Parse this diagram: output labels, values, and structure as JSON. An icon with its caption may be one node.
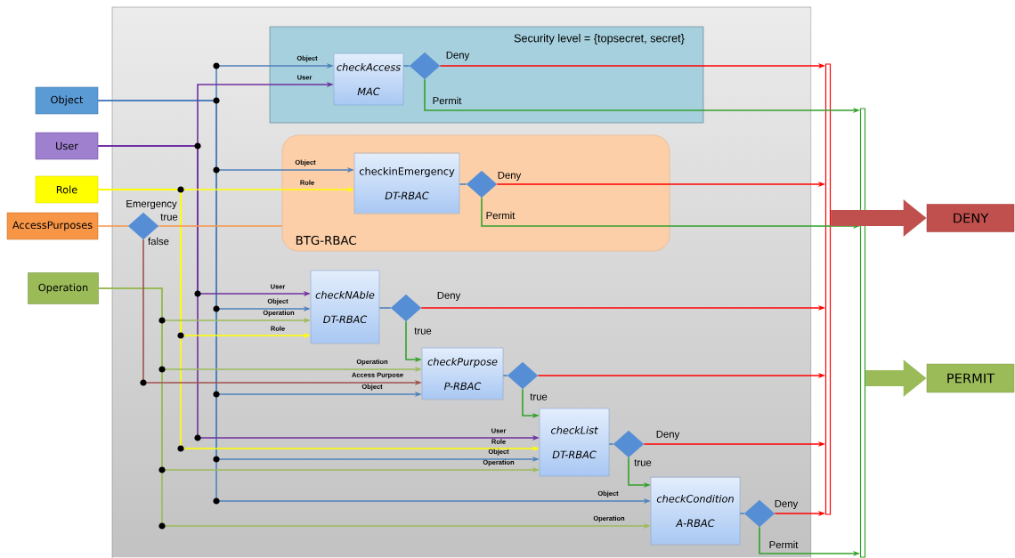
{
  "diagram": {
    "nodes": [
      {
        "text": [
          "Object"
        ]
      },
      {
        "text": [
          "User"
        ]
      },
      {
        "text": [
          "Role"
        ]
      },
      {
        "text": [
          "AccessPurposes"
        ]
      },
      {
        "text": [
          "Operation"
        ]
      },
      {
        "text": [
          "Security level = {topsecret, secret}"
        ]
      },
      {
        "text": [
          "checkAccess",
          "MAC"
        ],
        "in": 5
      },
      {
        "text": [],
        "shape": "diamond",
        "in": 5
      },
      {
        "text": [
          "BTG-RBAC"
        ]
      },
      {
        "text": [
          "checkinEmergency",
          "DT-RBAC"
        ],
        "in": 8
      },
      {
        "text": [],
        "shape": "diamond",
        "in": 8
      },
      {
        "text": [],
        "shape": "diamond",
        "beside": [
          "Emergency",
          "false"
        ]
      },
      {
        "text": [
          "checkNAble",
          "DT-RBAC"
        ]
      },
      {
        "text": [],
        "shape": "diamond"
      },
      {
        "text": [
          "checkPurpose",
          "P-RBAC"
        ]
      },
      {
        "text": [],
        "shape": "diamond"
      },
      {
        "text": [
          "checkList",
          "DT-RBAC"
        ]
      },
      {
        "text": [],
        "shape": "diamond"
      },
      {
        "text": [
          "checkCondition",
          "A-RBAC"
        ]
      },
      {
        "text": [],
        "shape": "diamond"
      },
      {
        "text": [],
        "shape": "bar"
      },
      {
        "text": [],
        "shape": "bar"
      },
      {
        "text": [
          "DENY"
        ]
      },
      {
        "text": [
          "PERMIT"
        ]
      }
    ],
    "edges": [
      {
        "from": 0,
        "to": 6,
        "arrow": "to",
        "label": "Object",
        "color": "#4f81bd"
      },
      {
        "from": 0,
        "to": 9,
        "arrow": "to",
        "label": "Object",
        "color": "#4f81bd"
      },
      {
        "from": 0,
        "to": 12,
        "arrow": "to",
        "label": "Object",
        "color": "#4f81bd"
      },
      {
        "from": 0,
        "to": 14,
        "arrow": "to",
        "label": "Object",
        "color": "#4f81bd"
      },
      {
        "from": 0,
        "to": 16,
        "arrow": "to",
        "label": "Object",
        "color": "#4f81bd"
      },
      {
        "from": 0,
        "to": 18,
        "arrow": "to",
        "label": "Object",
        "color": "#4f81bd"
      },
      {
        "from": 1,
        "to": 6,
        "arrow": "to",
        "label": "User",
        "color": "#7030a0"
      },
      {
        "from": 1,
        "to": 12,
        "arrow": "to",
        "label": "User",
        "color": "#7030a0"
      },
      {
        "from": 1,
        "to": 16,
        "arrow": "to",
        "label": "User",
        "color": "#7030a0"
      },
      {
        "from": 2,
        "to": 9,
        "arrow": "to",
        "label": "Role",
        "color": "#ffff00"
      },
      {
        "from": 2,
        "to": 12,
        "arrow": "to",
        "label": "Role",
        "color": "#ffff00"
      },
      {
        "from": 2,
        "to": 16,
        "arrow": "to",
        "label": "Role",
        "color": "#ffff00"
      },
      {
        "from": 4,
        "to": 12,
        "arrow": "to",
        "label": "Operation",
        "color": "#9bbb59"
      },
      {
        "from": 4,
        "to": 14,
        "arrow": "to",
        "label": "Operation",
        "color": "#9bbb59"
      },
      {
        "from": 4,
        "to": 16,
        "arrow": "to",
        "label": "Operation",
        "color": "#9bbb59"
      },
      {
        "from": 4,
        "to": 18,
        "arrow": "to",
        "label": "Operation",
        "color": "#9bbb59"
      },
      {
        "from": 3,
        "to": 11,
        "arrow": "none",
        "color": "#f79646"
      },
      {
        "from": 11,
        "to": 8,
        "arrow": "none",
        "label": "true",
        "color": "#f79646"
      },
      {
        "from": 11,
        "to": 14,
        "arrow": "to",
        "label": "Access Purpose",
        "color": "#a0504d"
      },
      {
        "from": 6,
        "to": 7,
        "arrow": "none",
        "color": "#4f81bd"
      },
      {
        "from": 9,
        "to": 10,
        "arrow": "none",
        "color": "#4f81bd"
      },
      {
        "from": 12,
        "to": 13,
        "arrow": "none",
        "color": "#4f81bd"
      },
      {
        "from": 14,
        "to": 15,
        "arrow": "none",
        "color": "#4f81bd"
      },
      {
        "from": 16,
        "to": 17,
        "arrow": "none",
        "color": "#4f81bd"
      },
      {
        "from": 18,
        "to": 19,
        "arrow": "none",
        "color": "#4f81bd"
      },
      {
        "from": 7,
        "to": 20,
        "arrow": "to",
        "label": "Deny",
        "color": "#ff0000"
      },
      {
        "from": 10,
        "to": 20,
        "arrow": "to",
        "label": "Deny",
        "color": "#ff0000"
      },
      {
        "from": 13,
        "to": 20,
        "arrow": "to",
        "label": "Deny",
        "color": "#ff0000"
      },
      {
        "from": 15,
        "to": 20,
        "arrow": "to",
        "color": "#ff0000"
      },
      {
        "from": 17,
        "to": 20,
        "arrow": "to",
        "label": "Deny",
        "color": "#ff0000"
      },
      {
        "from": 19,
        "to": 20,
        "arrow": "to",
        "label": "Deny",
        "color": "#ff0000"
      },
      {
        "from": 7,
        "to": 21,
        "arrow": "to",
        "label": "Permit",
        "color": "#33a02c"
      },
      {
        "from": 10,
        "to": 21,
        "arrow": "to",
        "label": "Permit",
        "color": "#33a02c"
      },
      {
        "from": 19,
        "to": 21,
        "arrow": "to",
        "label": "Permit",
        "color": "#33a02c"
      },
      {
        "from": 13,
        "to": 14,
        "arrow": "to",
        "label": "true",
        "color": "#33a02c"
      },
      {
        "from": 15,
        "to": 16,
        "arrow": "to",
        "label": "true",
        "color": "#33a02c"
      },
      {
        "from": 17,
        "to": 18,
        "arrow": "to",
        "label": "true",
        "color": "#33a02c"
      },
      {
        "from": 20,
        "to": 22,
        "arrow": "to",
        "style": "thick",
        "color": "#c0504d"
      },
      {
        "from": 21,
        "to": 23,
        "arrow": "to",
        "style": "thick",
        "color": "#9bbb59"
      }
    ]
  }
}
